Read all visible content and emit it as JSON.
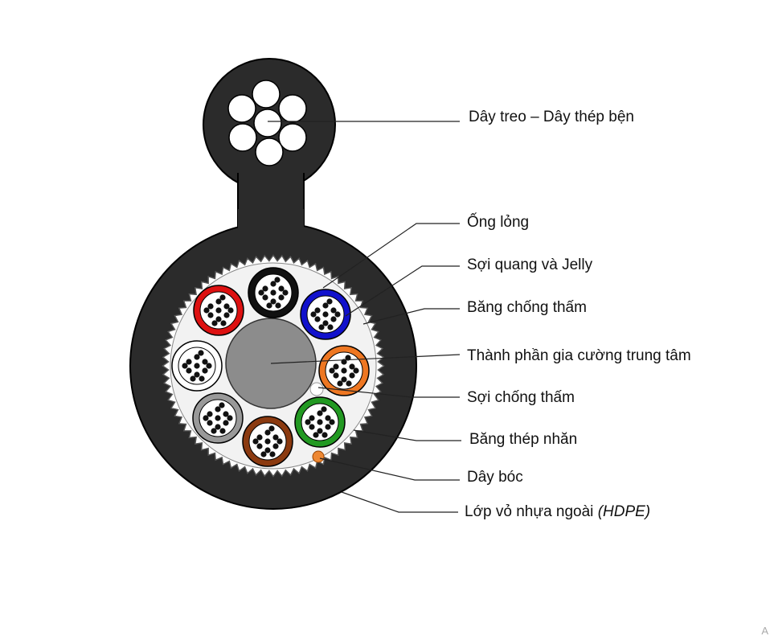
{
  "labels": {
    "messenger": "Dây treo – Dây thép bện",
    "loose_tube": "Ống lỏng",
    "fiber_jelly": "Sợi quang và Jelly",
    "water_block_tape": "Băng chống thấm",
    "central_member": "Thành phần gia cường trung tâm",
    "water_block_yarn": "Sợi chống thấm",
    "steel_tape": "Băng thép nhăn",
    "ripcord": "Dây bóc",
    "outer_jacket_prefix": "Lớp vỏ nhựa ngoài ",
    "outer_jacket_italic": "(HDPE)"
  },
  "tube_colors": {
    "black": "#111111",
    "blue": "#1111cc",
    "orange": "#ee7722",
    "green": "#229922",
    "brown": "#8b3a10",
    "gray": "#999999",
    "white": "#ffffff",
    "red": "#dd1111"
  },
  "corner_mark": "A"
}
